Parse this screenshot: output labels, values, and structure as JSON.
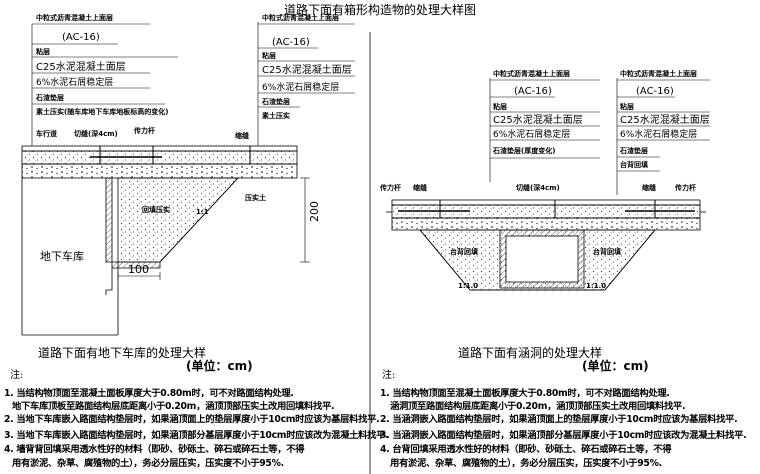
{
  "title": "道路下面有箱形构造物的处理大样图",
  "left": {
    "layers": [
      "中粒式沥青混凝土上面层",
      "(AC-16)",
      "粘层",
      "C25水泥混凝土面层",
      "6%水泥石屑稳定层",
      "石渣垫层",
      "素土压实(随车库地下车库地板标高的变化)"
    ],
    "layers_right": [
      "中粒式沥青混凝土上面层",
      "(AC-16)",
      "粘层",
      "C25水泥混凝土面层",
      "6%水泥石屑稳定层",
      "石渣垫层",
      "素土压实"
    ],
    "labels": {
      "cars": "车行道",
      "cut": "切缝(深4cm)",
      "dowel": "传力杆",
      "joint": "缩缝",
      "backfill": "回填压实",
      "ratio": "1:1",
      "compact": "压实土",
      "garage": "地下车库",
      "dim200": "200",
      "dim100": "100"
    },
    "caption": "道路下面有地下车库的处理大样",
    "unit": "(单位：cm)",
    "notes_label": "注:",
    "notes": [
      "1. 当结构物顶面至混凝土面板厚度大于0.80m时，可不对路面结构处理.",
      "地下车库顶板至路面结构层底距离小于0.20m，涵顶顶部压实土改用回填料找平.",
      "2. 当地下车库嵌入路面结构垫层时，如果涵顶面上的垫层厚度小于10cm时应该为基层料找平.",
      "3. 当地下车库嵌入路面结构垫层时，如果涵顶部分基层厚度小于10cm时应该改为混凝土料找平.",
      "4. 墙背背回填采用透水性好的材料（即砂、砂砾土、碎石或碎石土等，不得",
      "用有淤泥、杂草、腐殖物的土），务必分层压实，压实度不小于95%."
    ]
  },
  "right": {
    "layers": [
      "中粒式沥青混凝土上面层",
      "(AC-16)",
      "粘层",
      "C25水泥混凝土面层",
      "6%水泥石屑稳定层",
      "石渣垫层(厚度变化)"
    ],
    "layers_right": [
      "中粒式沥青混凝土上面层",
      "(AC-16)",
      "粘层",
      "C25水泥混凝土面层",
      "6%水泥石屑稳定层",
      "石渣垫层",
      "台背回填"
    ],
    "labels": {
      "dowel_l": "传力杆",
      "joint_l": "缩缝",
      "cut": "切缝(深4cm)",
      "joint_r": "缩缝",
      "dowel_r": "传力杆",
      "backfill_l": "台背回填",
      "backfill_r": "台背回填",
      "ratio_l": "1:1.0",
      "ratio_r": "1:1.0"
    },
    "caption": "道路下面有涵洞的处理大样",
    "unit": "(单位：cm)",
    "notes_label": "注:",
    "notes": [
      "1. 当结构物顶面至混凝土面板厚度大于0.80m时，可不对路面结构处理.",
      "涵洞顶至路面结构层底距离小于0.20m，涵顶顶部压实土改用回填料找平.",
      "2. 当涵洞嵌入路面结构垫层时，如果涵顶面上的垫层厚度小于10cm时应该为基层料找平.",
      "3. 当涵洞嵌入路面结构垫层时，如果涵顶部分基层厚度小于10cm时应该改为混凝土料找平.",
      "4. 台背回填采用透水性好的材料（即砂、砂砾土、碎石或碎石土等，不得",
      "用有淤泥、杂草、腐殖物的土），务必分层压实，压实度不小于95%."
    ]
  }
}
